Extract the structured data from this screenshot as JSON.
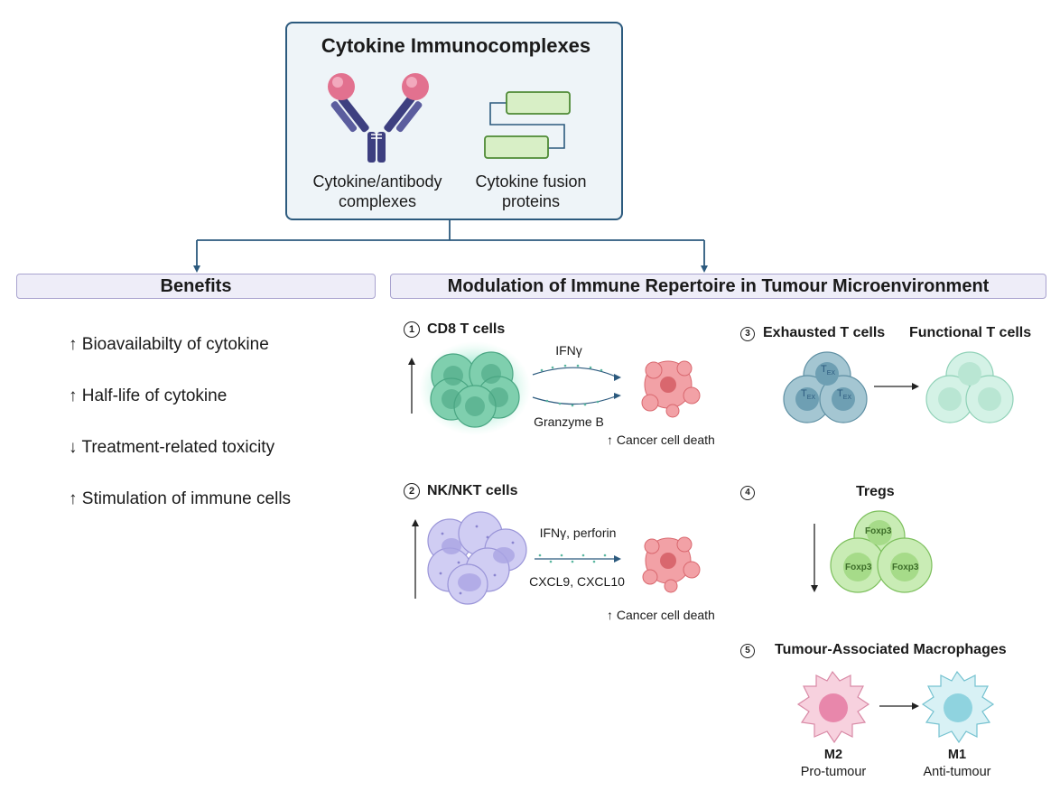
{
  "top": {
    "title": "Cytokine Immunocomplexes",
    "left_label_1": "Cytokine/antibody",
    "left_label_2": "complexes",
    "right_label_1": "Cytokine fusion",
    "right_label_2": "proteins"
  },
  "benefits": {
    "header": "Benefits",
    "items": [
      {
        "arrow": "↑",
        "text": "Bioavailabilty of cytokine"
      },
      {
        "arrow": "↑",
        "text": "Half-life of cytokine"
      },
      {
        "arrow": "↓",
        "text": "Treatment-related toxicity"
      },
      {
        "arrow": "↑",
        "text": "Stimulation of immune cells"
      }
    ]
  },
  "modulation": {
    "header": "Modulation of Immune Repertoire in Tumour Microenvironment",
    "s1": {
      "num": "1",
      "title": "CD8 T cells",
      "top_label": "IFNγ",
      "bottom_label": "Granzyme B",
      "result": "↑ Cancer cell death"
    },
    "s2": {
      "num": "2",
      "title": "NK/NKT cells",
      "top_label": "IFNγ, perforin",
      "bottom_label": "CXCL9, CXCL10",
      "result": "↑ Cancer cell death"
    },
    "s3": {
      "num": "3",
      "title": "Exhausted T cells",
      "target": "Functional T cells",
      "cell_label": "T",
      "cell_sub": "EX"
    },
    "s4": {
      "num": "4",
      "title": "Tregs",
      "cell_label": "Foxp3"
    },
    "s5": {
      "num": "5",
      "title": "Tumour-Associated Macrophages",
      "m2": "M2",
      "m2_sub": "Pro-tumour",
      "m1": "M1",
      "m1_sub": "Anti-tumour"
    }
  },
  "colors": {
    "frame": "#2c5a7e",
    "band_border": "#a9a3cf",
    "band_fill": "#eeedf8"
  }
}
